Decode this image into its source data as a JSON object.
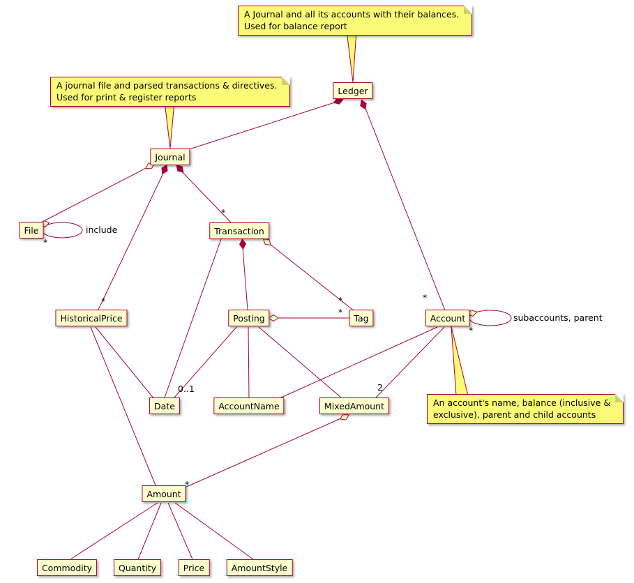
{
  "diagram": {
    "kind": "UML class diagram (hledger data model, PlantUML style)",
    "colors": {
      "node_fill": "#FEFECE",
      "node_border": "#A80036",
      "note_fill": "#FBFB77",
      "note_border": "#A80036",
      "edge": "#A80036",
      "text": "#000000"
    }
  },
  "nodes": {
    "ledger": "Ledger",
    "journal": "Journal",
    "file": "File",
    "transaction": "Transaction",
    "historical_price": "HistoricalPrice",
    "posting": "Posting",
    "tag": "Tag",
    "account": "Account",
    "date": "Date",
    "account_name": "AccountName",
    "mixed_amount": "MixedAmount",
    "amount": "Amount",
    "commodity": "Commodity",
    "quantity": "Quantity",
    "price": "Price",
    "amount_style": "AmountStyle"
  },
  "notes": {
    "ledger_note": "A Journal and all its accounts with their balances.\nUsed for balance report",
    "journal_note": "A journal file and parsed transactions & directives.\nUsed for print & register reports",
    "account_note": "An account's name, balance (inclusive &\nexclusive), parent and child accounts"
  },
  "edge_labels": {
    "include": "include",
    "file_star": "*",
    "transaction_star": "*",
    "historical_price_star": "*",
    "account_star": "*",
    "tag_star_from_transaction": "*",
    "tag_star_from_posting": "*",
    "date_multiplicity": "0..1",
    "mixed_amount_multiplicity": "2",
    "amount_star": "*",
    "account_self_label": "subaccounts, parent",
    "account_self_star": "*"
  },
  "relationships": [
    {
      "from": "Ledger",
      "to": "Journal",
      "type": "composition"
    },
    {
      "from": "Ledger",
      "to": "Account",
      "type": "composition",
      "to_multiplicity": "*"
    },
    {
      "from": "Journal",
      "to": "File",
      "type": "aggregation"
    },
    {
      "from": "File",
      "to": "File",
      "type": "aggregation",
      "label": "include",
      "to_multiplicity": "*"
    },
    {
      "from": "Journal",
      "to": "Transaction",
      "type": "composition",
      "to_multiplicity": "*"
    },
    {
      "from": "Journal",
      "to": "HistoricalPrice",
      "type": "composition",
      "to_multiplicity": "*"
    },
    {
      "from": "Transaction",
      "to": "Posting",
      "type": "composition"
    },
    {
      "from": "Transaction",
      "to": "Tag",
      "type": "aggregation",
      "to_multiplicity": "*"
    },
    {
      "from": "Transaction",
      "to": "Date",
      "type": "association"
    },
    {
      "from": "Posting",
      "to": "Tag",
      "type": "aggregation",
      "to_multiplicity": "*"
    },
    {
      "from": "Posting",
      "to": "Date",
      "type": "association",
      "to_multiplicity": "0..1"
    },
    {
      "from": "Posting",
      "to": "AccountName",
      "type": "association"
    },
    {
      "from": "Posting",
      "to": "MixedAmount",
      "type": "association"
    },
    {
      "from": "Account",
      "to": "Account",
      "type": "aggregation",
      "label": "subaccounts, parent",
      "to_multiplicity": "*"
    },
    {
      "from": "Account",
      "to": "AccountName",
      "type": "association"
    },
    {
      "from": "Account",
      "to": "MixedAmount",
      "type": "association",
      "to_multiplicity": "2"
    },
    {
      "from": "HistoricalPrice",
      "to": "Date",
      "type": "association"
    },
    {
      "from": "HistoricalPrice",
      "to": "Amount",
      "type": "association"
    },
    {
      "from": "MixedAmount",
      "to": "Amount",
      "type": "aggregation",
      "to_multiplicity": "*"
    },
    {
      "from": "Amount",
      "to": "Commodity",
      "type": "association"
    },
    {
      "from": "Amount",
      "to": "Quantity",
      "type": "association"
    },
    {
      "from": "Amount",
      "to": "Price",
      "type": "association"
    },
    {
      "from": "Amount",
      "to": "AmountStyle",
      "type": "association"
    }
  ]
}
